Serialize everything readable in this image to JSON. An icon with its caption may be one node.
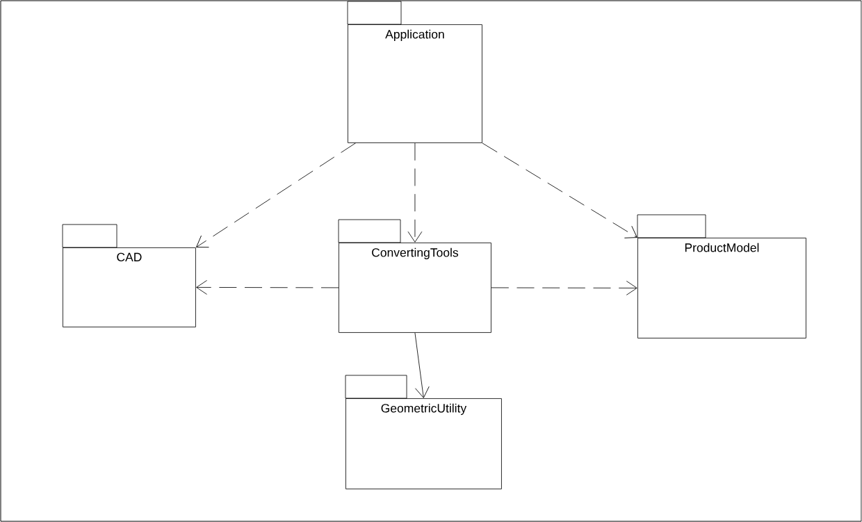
{
  "diagram": {
    "nodes": [
      {
        "text": [
          "Application"
        ]
      },
      {
        "text": [
          "CAD"
        ]
      },
      {
        "text": [
          "ConvertingTools"
        ]
      },
      {
        "text": [
          "ProductModel"
        ]
      },
      {
        "text": [
          "GeometricUtility"
        ]
      }
    ],
    "edges": [
      {
        "from": 0,
        "to": 1,
        "arrow": "to",
        "style": "dashed"
      },
      {
        "from": 0,
        "to": 2,
        "arrow": "to",
        "style": "dashed"
      },
      {
        "from": 0,
        "to": 3,
        "arrow": "to",
        "style": "dashed"
      },
      {
        "from": 2,
        "to": 1,
        "arrow": "to",
        "style": "dashed"
      },
      {
        "from": 2,
        "to": 3,
        "arrow": "to",
        "style": "dashed"
      },
      {
        "from": 2,
        "to": 4,
        "arrow": "to"
      }
    ]
  }
}
